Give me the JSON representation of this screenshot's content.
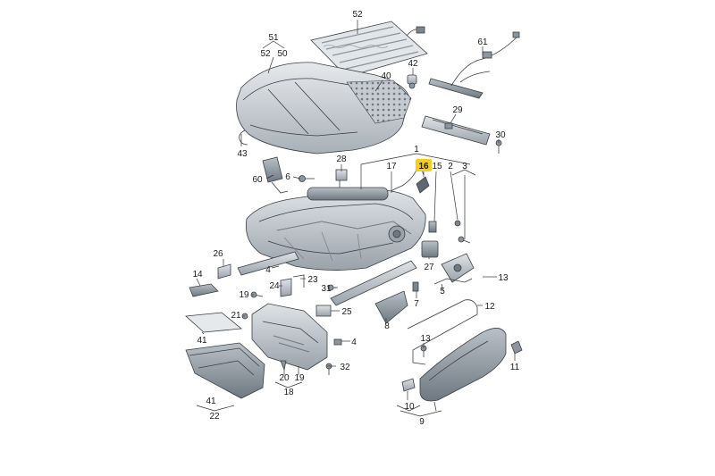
{
  "highlight_color": "#f5cf1f",
  "parts": {
    "p52_top": "52",
    "p51": "51",
    "p52_sub": "52",
    "p50": "50",
    "p40": "40",
    "p42": "42",
    "p61": "61",
    "p29": "29",
    "p30": "30",
    "p43": "43",
    "p60": "60",
    "p6": "6",
    "p28": "28",
    "p1": "1",
    "p17": "17",
    "p16": "16",
    "p15": "15",
    "p2": "2",
    "p3": "3",
    "p26": "26",
    "p4_top": "4",
    "p14": "14",
    "p24": "24",
    "p23": "23",
    "p27": "27",
    "p13_right": "13",
    "p5": "5",
    "p19_left": "19",
    "p31": "31",
    "p7": "7",
    "p21": "21",
    "p25": "25",
    "p8": "8",
    "p12": "12",
    "p41_mid": "41",
    "p4_low": "4",
    "p13_low": "13",
    "p11": "11",
    "p32": "32",
    "p20": "20",
    "p19_low": "19",
    "p18": "18",
    "p41_bottom": "41",
    "p22": "22",
    "p10": "10",
    "p9": "9"
  }
}
